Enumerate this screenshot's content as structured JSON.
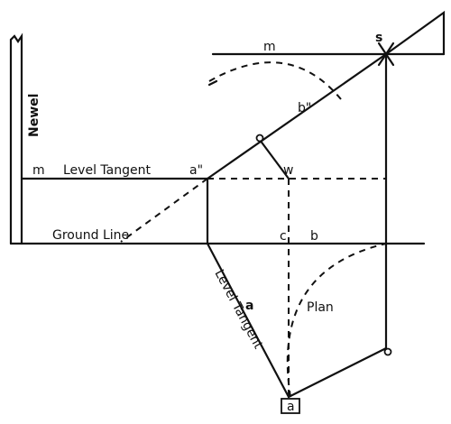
{
  "labels": {
    "newel": "Newel",
    "level_tangent_top": "Level Tangent",
    "m_left": "m",
    "m_top": "m",
    "a_double_prime": "a\"",
    "w": "w",
    "o_mid": "o",
    "b_double_prime": "b\"",
    "s": "s",
    "ground_line": "Ground Line",
    "c": "c",
    "b": "b",
    "level_tangent_diag": "Level Tangent",
    "a_mid": "a",
    "plan": "Plan",
    "o_right": "o",
    "a_box": "a"
  }
}
